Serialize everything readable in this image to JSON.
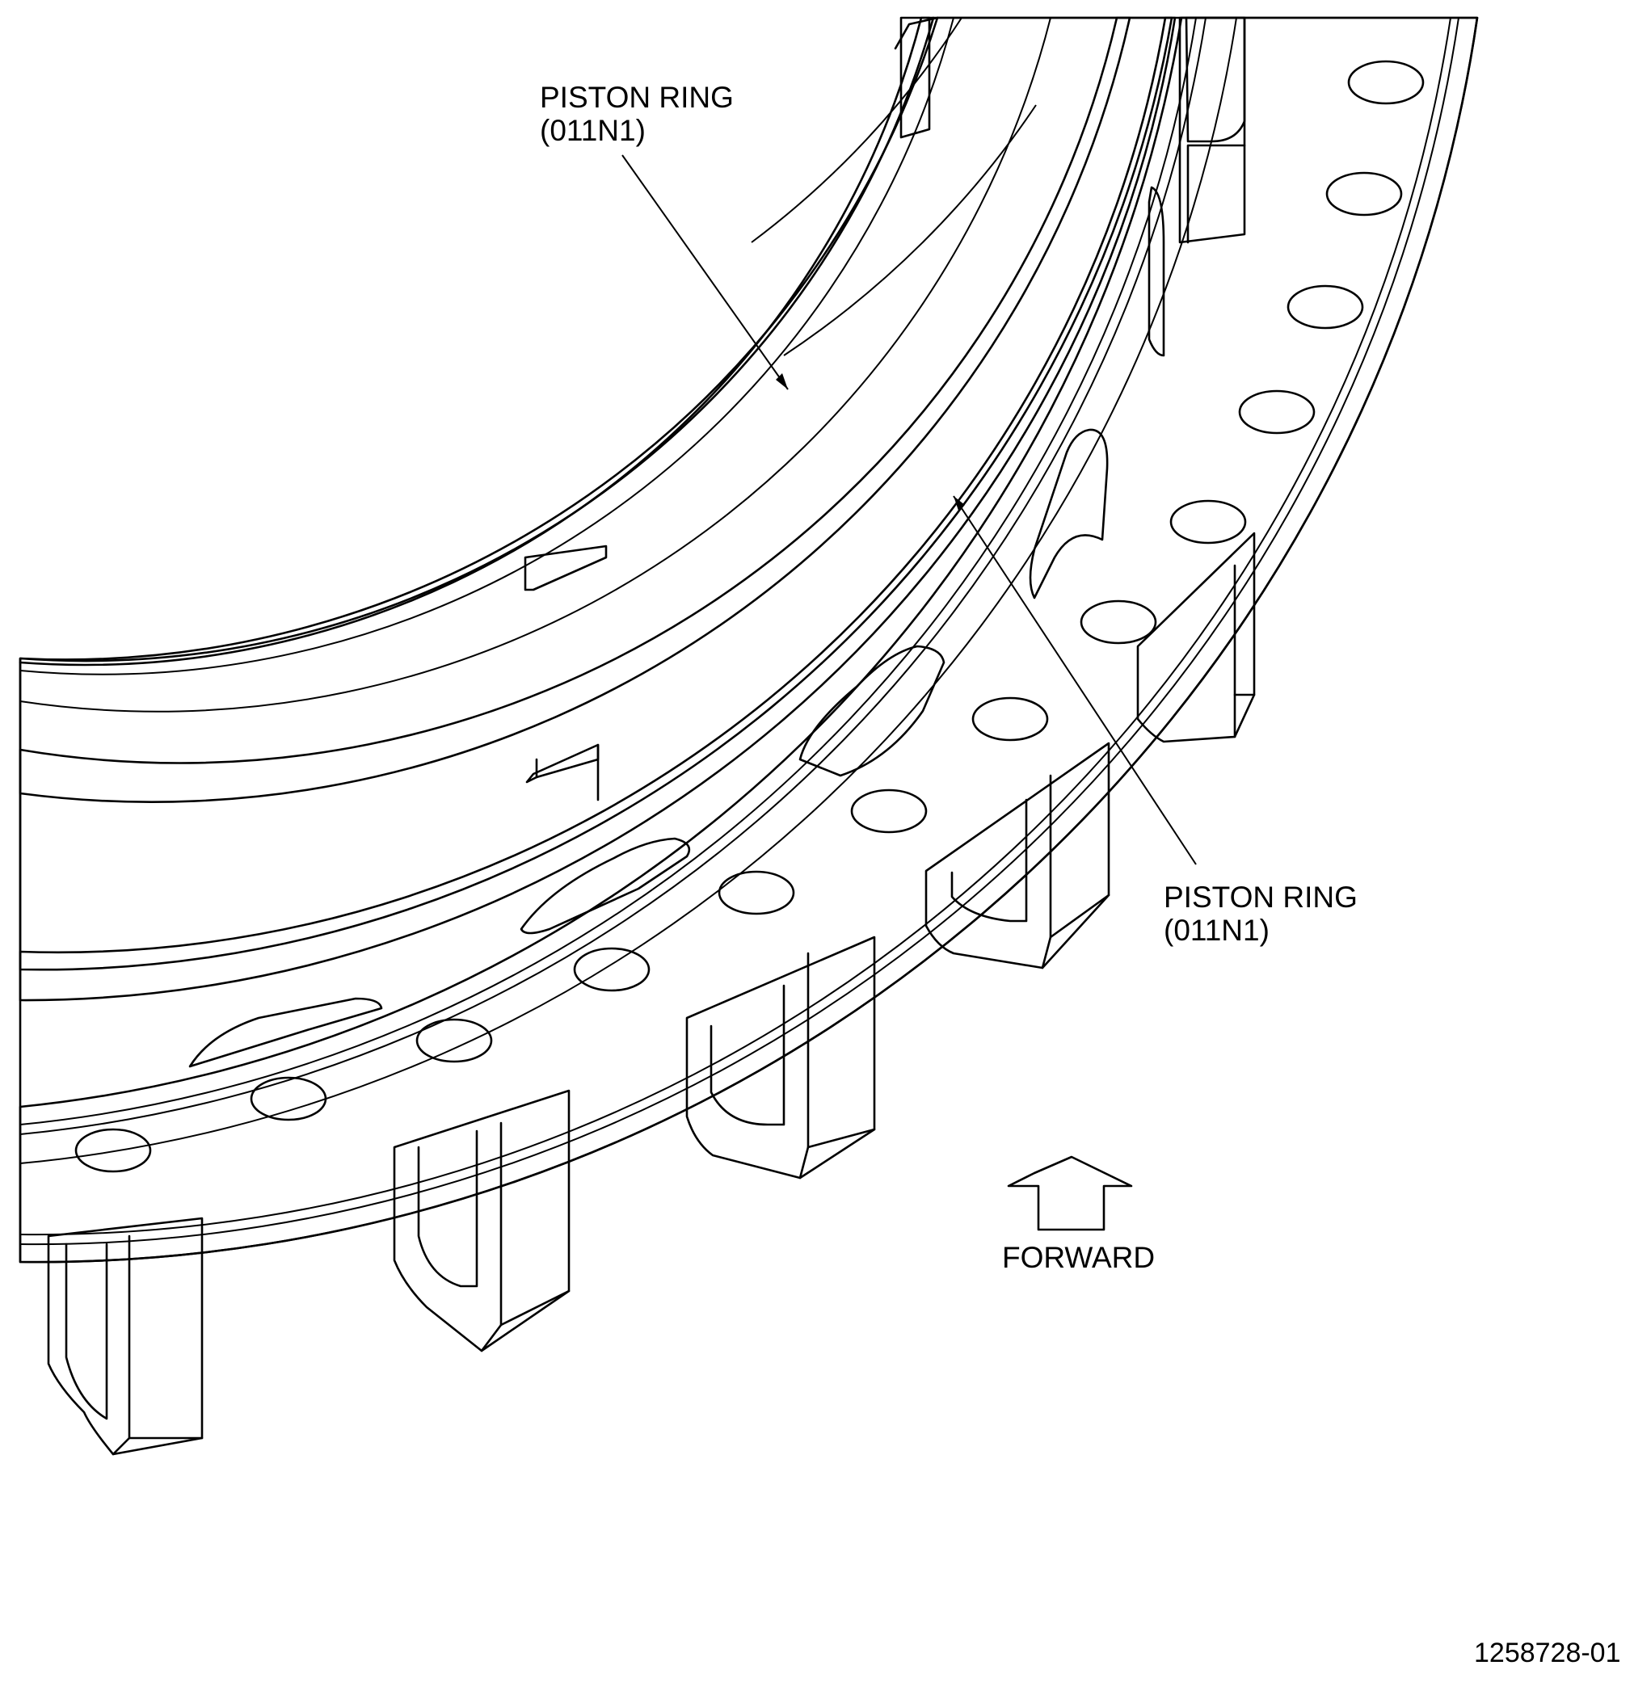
{
  "diagram": {
    "colors": {
      "part_fill": "#fbfbcf",
      "piston_ring_fill": "#c9f1f5",
      "line": "#000000",
      "background": "#ffffff"
    },
    "callouts": [
      {
        "label_line1": "PISTON RING",
        "label_line2": "(011N1)"
      },
      {
        "label_line1": "PISTON RING",
        "label_line2": "(011N1)"
      }
    ],
    "direction_label": "FORWARD",
    "direction_icon": "up-arrow-icon",
    "figure_number": "1258728-01"
  }
}
